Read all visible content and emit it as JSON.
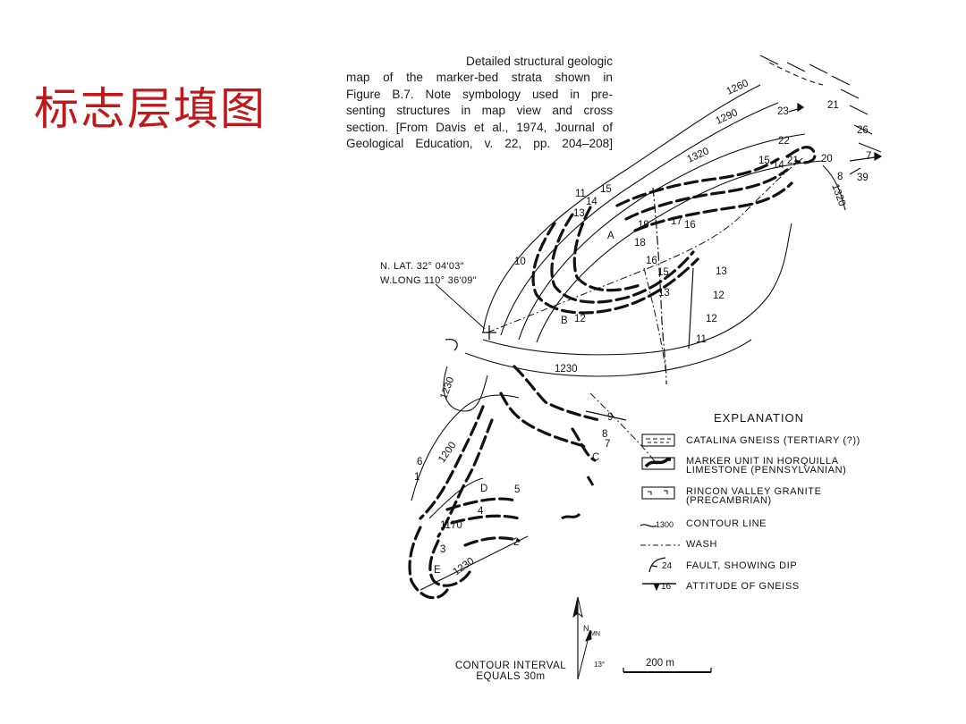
{
  "slide": {
    "title": "标志层填图"
  },
  "caption": {
    "lines": [
      "Detailed structural geologic",
      "map of the marker-bed strata shown in",
      "Figure B.7. Note symbology used in pre-",
      "senting structures in map view and cross",
      "section. [From Davis et al., 1974, Journal of",
      "Geological Education, v. 22, pp. 204–208]"
    ]
  },
  "map": {
    "coordinates": {
      "lat": "N. LAT. 32° 04'03\"",
      "long": "W.LONG 110° 36'09\""
    },
    "contour_labels": [
      "1260",
      "1290",
      "1320",
      "1320",
      "1230",
      "1230",
      "1200",
      "1170",
      "1230"
    ],
    "station_labels": [
      "10",
      "11",
      "13",
      "14",
      "15",
      "19",
      "18",
      "16",
      "15",
      "13",
      "17",
      "16",
      "15",
      "14",
      "21",
      "22",
      "13",
      "12",
      "12",
      "11",
      "12",
      "9",
      "8",
      "7",
      "6",
      "5",
      "4",
      "3",
      "2",
      "1"
    ],
    "gneiss_attitudes": [
      "23",
      "21",
      "26",
      "20",
      "7",
      "8",
      "39"
    ],
    "letters": [
      "A",
      "B",
      "C",
      "D",
      "E"
    ]
  },
  "legend": {
    "title": "EXPLANATION",
    "items": [
      {
        "text": "CATALINA GNEISS (TERTIARY (?))"
      },
      {
        "text": "MARKER UNIT IN HORQUILLA",
        "text2": "LIMESTONE (PENNSYLVANIAN)"
      },
      {
        "text": "RINCON VALLEY GRANITE",
        "text2": "(PRECAMBRIAN)"
      },
      {
        "text": "CONTOUR LINE",
        "sample": "1300"
      },
      {
        "text": "WASH"
      },
      {
        "text": "FAULT, SHOWING DIP",
        "sample": "24"
      },
      {
        "text": "ATTITUDE OF GNEISS",
        "sample": "16"
      }
    ]
  },
  "footer": {
    "contour_interval_1": "CONTOUR INTERVAL",
    "contour_interval_2": "EQUALS 30m",
    "north_label": "N",
    "magnetic_north": "MN",
    "declination": "13°",
    "scale": "200 m"
  }
}
